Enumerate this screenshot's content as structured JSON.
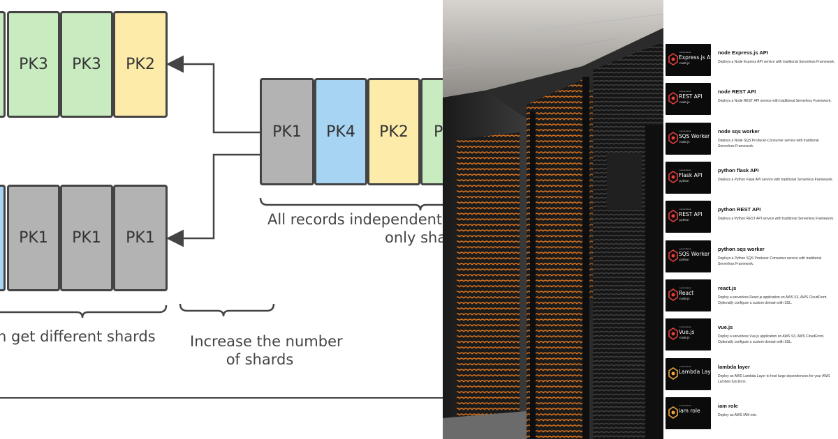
{
  "diagram": {
    "top_row": [
      "PK3",
      "PK3",
      "PK2"
    ],
    "bottom_row": [
      "PK1",
      "PK1",
      "PK1"
    ],
    "right_row": [
      "PK1",
      "PK4",
      "PK2",
      "P"
    ],
    "caption_right_line1": "All records independent o",
    "caption_right_line2": "only sha",
    "caption_left": "n get different shards",
    "caption_mid_line1": "Increase the number",
    "caption_mid_line2": "of shards"
  },
  "templates": [
    {
      "title": "node Express.js API",
      "thumb_name": "Express.js API",
      "thumb_sub": "node.js",
      "desc": "Deploys a Node Express API service with traditional Serverless Framework.",
      "icon": "express-icon",
      "logo_color": "#e8403a"
    },
    {
      "title": "node REST API",
      "thumb_name": "REST API",
      "thumb_sub": "node.js",
      "desc": "Deploys a Node REST API service with traditional Serverless Framework.",
      "icon": "js-icon",
      "logo_color": "#e8403a"
    },
    {
      "title": "node sqs worker",
      "thumb_name": "SQS Worker",
      "thumb_sub": "node.js",
      "desc": "Deploys a Node SQS Producer-Consumer service with traditional Serverless Framework.",
      "icon": "sqs-icon",
      "logo_color": "#e8403a"
    },
    {
      "title": "python flask API",
      "thumb_name": "Flask API",
      "thumb_sub": "python",
      "desc": "Deploys a Python Flask API service with traditional Serverless Framework.",
      "icon": "flask-icon",
      "logo_color": "#e8403a"
    },
    {
      "title": "python REST API",
      "thumb_name": "REST API",
      "thumb_sub": "python",
      "desc": "Deploys a Python REST API service with traditional Serverless Framework.",
      "icon": "python-icon",
      "logo_color": "#e8403a"
    },
    {
      "title": "python sqs worker",
      "thumb_name": "SQS Worker",
      "thumb_sub": "python",
      "desc": "Deploys a Python SQS Producer-Consumer service with traditional Serverless Framework.",
      "icon": "sqs-icon",
      "logo_color": "#e8403a"
    },
    {
      "title": "react.js",
      "thumb_name": "React",
      "thumb_sub": "node.js",
      "desc": "Deploy a serverless React.js application on AWS S3, AWS CloudFront. Optionally configure a custom domain with SSL.",
      "icon": "react-icon",
      "logo_color": "#e8403a"
    },
    {
      "title": "vue.js",
      "thumb_name": "Vue.js",
      "thumb_sub": "node.js",
      "desc": "Deploy a serverless Vue.js application on AWS S3, AWS CloudFront. Optionally configure a custom domain with SSL.",
      "icon": "vue-icon",
      "logo_color": "#e8403a"
    },
    {
      "title": "lambda layer",
      "thumb_name": "Lambda Layer",
      "thumb_sub": "",
      "desc": "Deploy an AWS Lambda Layer to host large dependencies for your AWS Lambda functions.",
      "icon": "layer-icon",
      "logo_color": "#f1a73a"
    },
    {
      "title": "iam role",
      "thumb_name": "iam role",
      "thumb_sub": "",
      "desc": "Deploy an AWS IAM role.",
      "icon": "key-icon",
      "logo_color": "#f1a73a"
    }
  ]
}
